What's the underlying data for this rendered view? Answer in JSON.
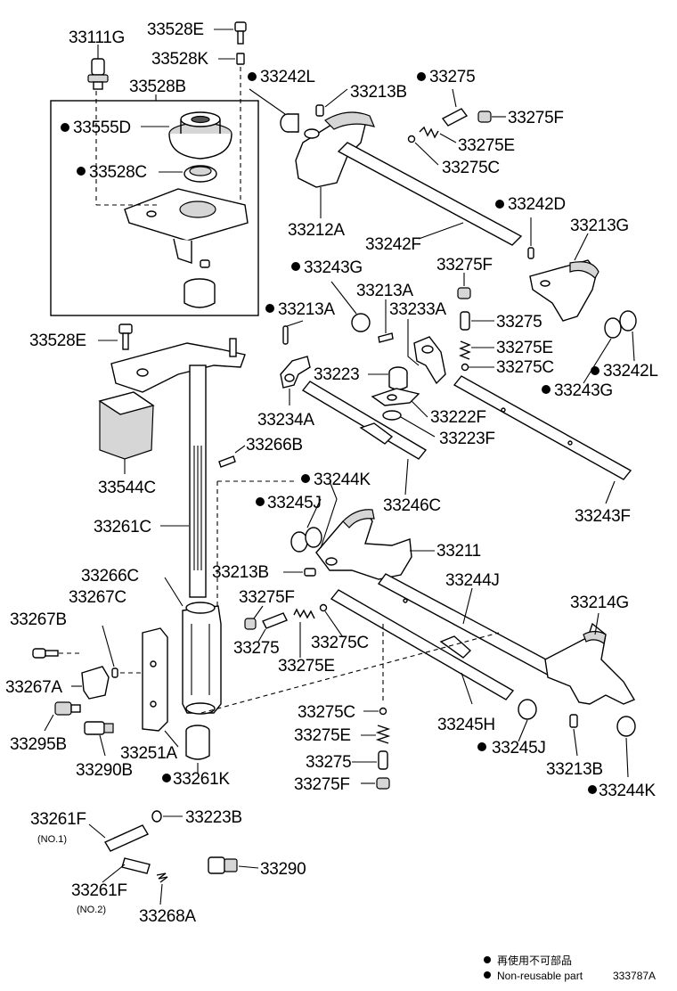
{
  "labels": {
    "p33111G": "33111G",
    "p33528E_top": "33528E",
    "p33528K": "33528K",
    "p33528B": "33528B",
    "p33555D": "33555D",
    "p33528C": "33528C",
    "p33242L_top": "33242L",
    "p33213B_top": "33213B",
    "p33275_top": "33275",
    "p33275F_top": "33275F",
    "p33275E_top": "33275E",
    "p33275C_top": "33275C",
    "p33212A": "33212A",
    "p33242F": "33242F",
    "p33242D": "33242D",
    "p33213G": "33213G",
    "p33275F_mid": "33275F",
    "p33243G": "33243G",
    "p33213A_a": "33213A",
    "p33213A_b": "33213A",
    "p33233A": "33233A",
    "p33275_mid": "33275",
    "p33275E_mid": "33275E",
    "p33275C_mid": "33275C",
    "p33242L_mid": "33242L",
    "p33243G_mid": "33243G",
    "p33528E_mid": "33528E",
    "p33223": "33223",
    "p33222F": "33222F",
    "p33234A": "33234A",
    "p33223F": "33223F",
    "p33266B": "33266B",
    "p33544C": "33544C",
    "p33244K_mid": "33244K",
    "p33245J_mid": "33245J",
    "p33246C": "33246C",
    "p33243F": "33243F",
    "p33261C": "33261C",
    "p33211": "33211",
    "p33266C": "33266C",
    "p33213B_mid": "33213B",
    "p33244J": "33244J",
    "p33267C": "33267C",
    "p33275F_low": "33275F",
    "p33214G": "33214G",
    "p33267B": "33267B",
    "p33275_low": "33275",
    "p33275C_low": "33275C",
    "p33275E_low": "33275E",
    "p33267A": "33267A",
    "p33275C_bot": "33275C",
    "p33245H": "33245H",
    "p33295B": "33295B",
    "p33275E_bot": "33275E",
    "p33245J_bot": "33245J",
    "p33251A": "33251A",
    "p33290B": "33290B",
    "p33275_bot": "33275",
    "p33213B_bot": "33213B",
    "p33261K": "33261K",
    "p33275F_bot": "33275F",
    "p33244K_bot": "33244K",
    "p33261F_1": "33261F",
    "p33223B": "33223B",
    "p33290": "33290",
    "p33261F_2": "33261F",
    "p33268A": "33268A",
    "no1": "(NO.1)",
    "no2": "(NO.2)"
  },
  "legend": {
    "jp_text": "再使用不可部品",
    "en_text": "Non-reusable part",
    "diagram_code": "333787A"
  },
  "colors": {
    "ink": "#000000",
    "paper": "#ffffff",
    "shade": "#d6d6d6"
  }
}
